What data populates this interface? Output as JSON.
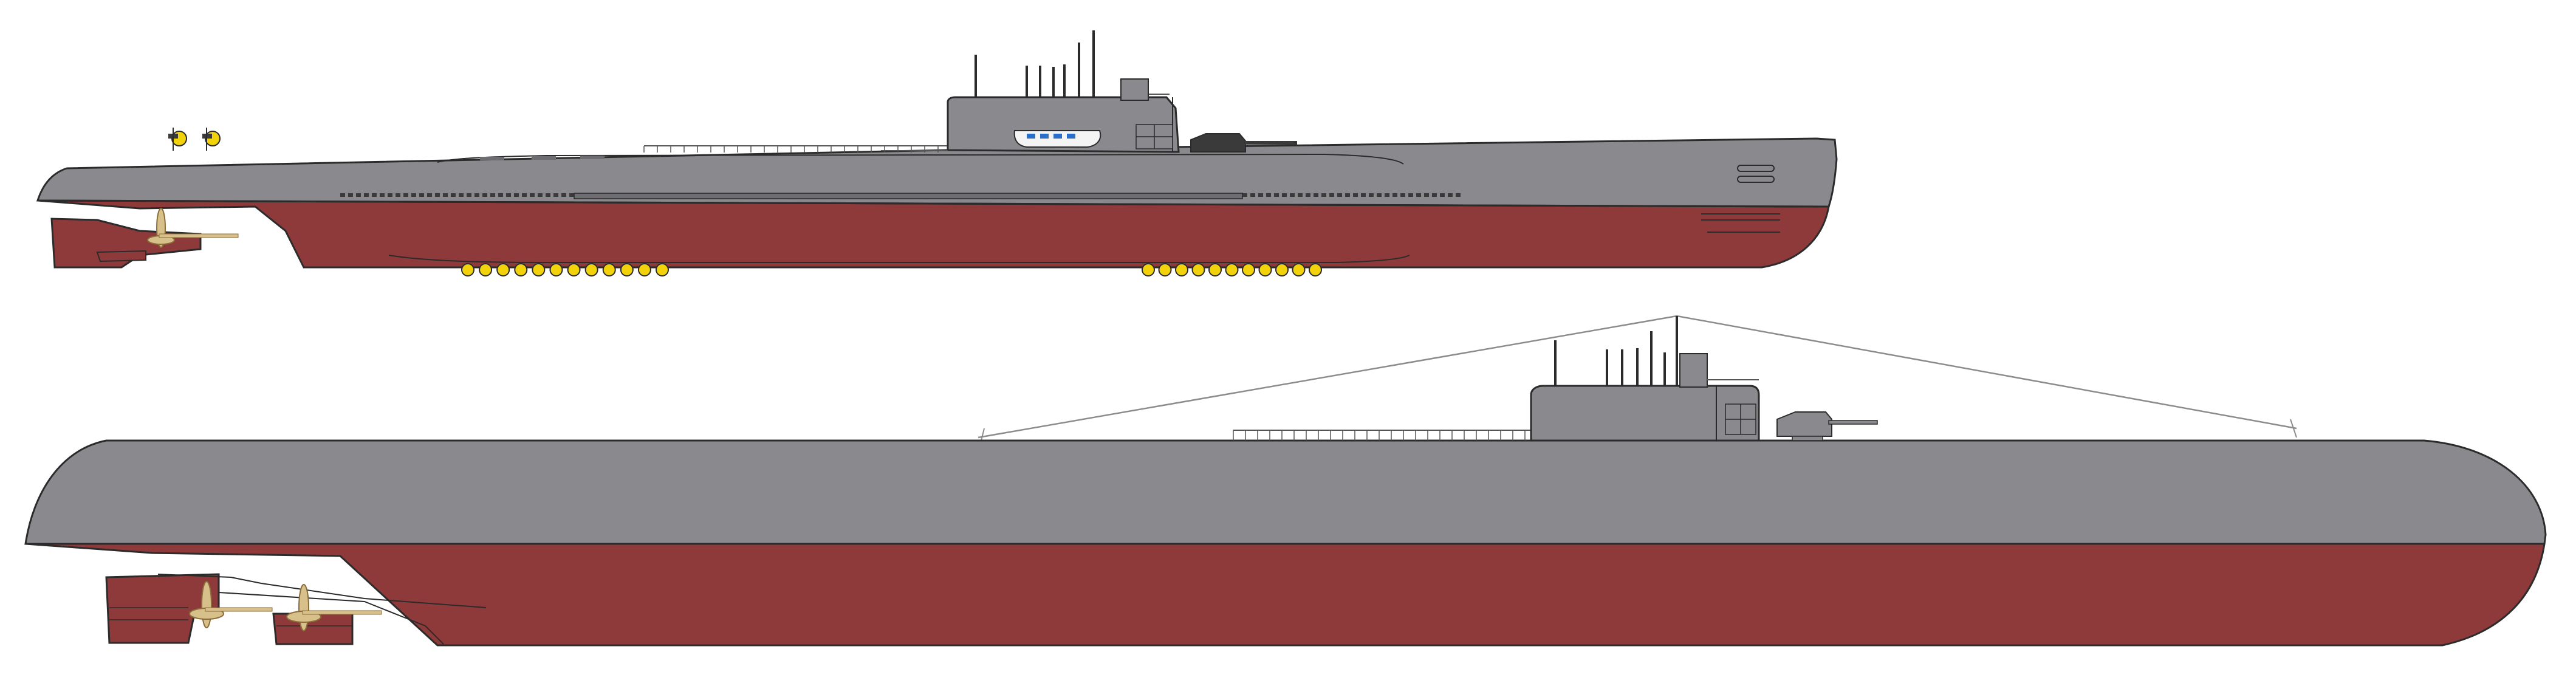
{
  "colors": {
    "hull_grey": "#8a898e",
    "hull_grey_light": "#939297",
    "hull_red": "#8e3a3a",
    "outline": "#2b2b2b",
    "deck_detail": "#6e6d72",
    "rail": "#555555",
    "propeller": "#d8c08a",
    "propeller_dark": "#8a6d3a",
    "buoy_yellow": "#f2d20a",
    "gun_dark": "#3a3a3a",
    "boat_white": "#f4f4f4",
    "boat_window": "#2b6fc9",
    "wire": "#8c8c8c",
    "background": "#ffffff"
  },
  "figure": {
    "views": [
      {
        "id": "side-profile-upper",
        "depicts": "submarine"
      },
      {
        "id": "side-profile-lower",
        "depicts": "submarine"
      }
    ]
  }
}
